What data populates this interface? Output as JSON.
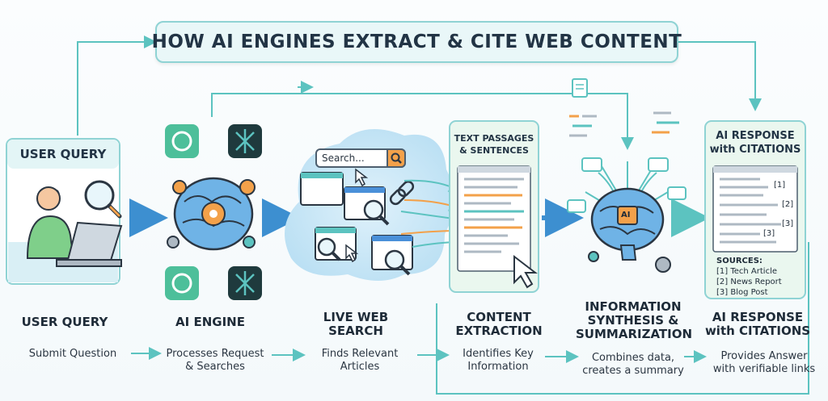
{
  "title": "HOW AI ENGINES EXTRACT & CITE WEB CONTENT",
  "cards": {
    "user_query_label": "USER QUERY",
    "text_passages_line1": "TEXT PASSAGES",
    "text_passages_line2": "& SENTENCES",
    "ai_response_line1": "AI RESPONSE",
    "ai_response_line2": "with CITATIONS",
    "search_placeholder": "Search...",
    "brain_chip": "AI"
  },
  "citations": {
    "markers": [
      "[1]",
      "[2]",
      "[3]",
      "[3]"
    ],
    "sources_label": "SOURCES:",
    "sources": [
      "[1] Tech Article",
      "[2] News Report",
      "[3] Blog Post"
    ]
  },
  "stages": [
    {
      "title_lines": [
        "USER QUERY"
      ],
      "desc_lines": [
        "Submit Question"
      ]
    },
    {
      "title_lines": [
        "AI ENGINE"
      ],
      "desc_lines": [
        "Processes Request",
        "& Searches"
      ]
    },
    {
      "title_lines": [
        "LIVE WEB",
        "SEARCH"
      ],
      "desc_lines": [
        "Finds Relevant",
        "Articles"
      ]
    },
    {
      "title_lines": [
        "CONTENT",
        "EXTRACTION"
      ],
      "desc_lines": [
        "Identifies Key",
        "Information"
      ]
    },
    {
      "title_lines": [
        "INFORMATION",
        "SYNTHESIS &",
        "SUMMARIZATION"
      ],
      "desc_lines": [
        "Combines data,",
        "creates a summary"
      ]
    },
    {
      "title_lines": [
        "AI RESPONSE",
        "with CITATIONS"
      ],
      "desc_lines": [
        "Provides Answer",
        "with verifiable links"
      ]
    }
  ],
  "icons": [
    "user-at-laptop-icon",
    "magnifier-icon",
    "brain-gear-icon",
    "ai-logo-icon",
    "gear-icon",
    "web-page-icon",
    "link-icon",
    "cursor-icon",
    "document-icon",
    "arrow-icon"
  ],
  "colors": {
    "teal": "#5cc3c0",
    "frame": "#8fd3d4",
    "navy": "#223445",
    "orange": "#f3a14a",
    "brain_blue": "#4a90d9",
    "panel": "#eaf7ef"
  }
}
